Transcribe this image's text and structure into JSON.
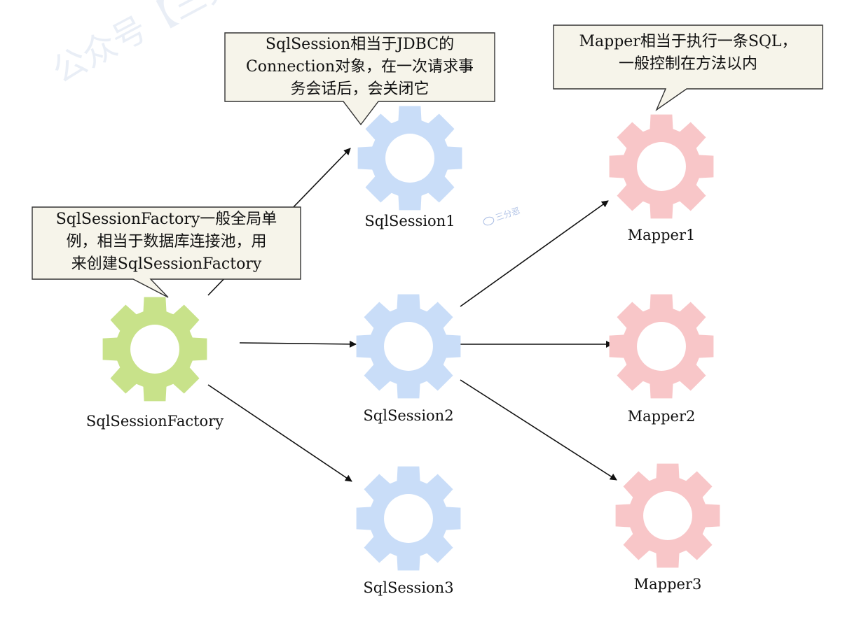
{
  "watermark": {
    "text": "公众号【三分恶】出品",
    "small": "三分恶"
  },
  "nodes": {
    "factory": {
      "label": "SqlSessionFactory",
      "color": "#c8e28a"
    },
    "session1": {
      "label": "SqlSession1",
      "color": "#c9ddf8"
    },
    "session2": {
      "label": "SqlSession2",
      "color": "#c9ddf8"
    },
    "session3": {
      "label": "SqlSession3",
      "color": "#c9ddf8"
    },
    "mapper1": {
      "label": "Mapper1",
      "color": "#f8c6c8"
    },
    "mapper2": {
      "label": "Mapper2",
      "color": "#f8c6c8"
    },
    "mapper3": {
      "label": "Mapper3",
      "color": "#f8c6c8"
    }
  },
  "callouts": {
    "session": {
      "text": "SqlSession相当于JDBC的\nConnection对象，在一次请求事\n务会话后，会关闭它"
    },
    "mapper": {
      "text": "Mapper相当于执行一条SQL，\n一般控制在方法以内"
    },
    "factory": {
      "text": "SqlSessionFactory一般全局单\n例，相当于数据库连接池，用\n来创建SqlSessionFactory"
    }
  },
  "colors": {
    "callout_fill": "#f6f4ea",
    "callout_border": "#333333",
    "arrow": "#111111"
  }
}
